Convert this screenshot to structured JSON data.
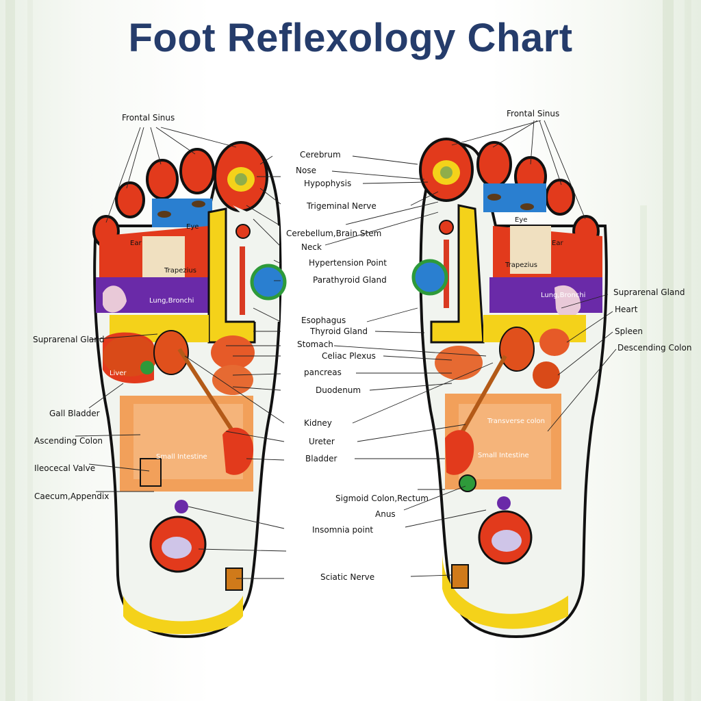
{
  "title": "Foot Reflexology Chart",
  "labels": {
    "frontal_sinus_left": "Frontal Sinus",
    "frontal_sinus_right": "Frontal Sinus",
    "cerebrum": "Cerebrum",
    "nose": "Nose",
    "hypophysis": "Hypophysis",
    "trigeminal_nerve": "Trigeminal Nerve",
    "cerebellum": "Cerebellum,Brain Stem",
    "neck": "Neck",
    "hypertension": "Hypertension Point",
    "parathyroid": "Parathyroid Gland",
    "esophagus": "Esophagus",
    "thyroid": "Thyroid Gland",
    "stomach": "Stomach",
    "celiac": "Celiac Plexus",
    "pancreas": "pancreas",
    "duodenum": "Duodenum",
    "kidney": "Kidney",
    "ureter": "Ureter",
    "bladder": "Bladder",
    "sigmoid": "Sigmoid Colon,Rectum",
    "anus": "Anus",
    "insomnia": "Insomnia  point",
    "sciatic": "Sciatic  Nerve",
    "suprarenal_left": "Suprarenal Gland",
    "gall": "Gall Bladder",
    "ascending": "Ascending Colon",
    "ileocecal": "Ileocecal Valve",
    "caecum": "Caecum,Appendix",
    "suprarenal_right": "Suprarenal Gland",
    "heart": "Heart",
    "spleen": "Spleen",
    "descending": "Descending Colon"
  },
  "inner_labels": {
    "ear_left": "Ear",
    "eye_left": "Eye",
    "trapezius_left": "Trapezius",
    "lung_left": "Lung,Bronchi",
    "liver": "Liver",
    "small_intestine_left": "Small Intestine",
    "eye_right": "Eye",
    "ear_right": "Ear",
    "trapezius_right": "Trapezius",
    "lung_right": "Lung,Bronchi",
    "transverse": "Transverse colon",
    "small_intestine_right": "Small Intestine"
  },
  "colors": {
    "title": "#253c6b",
    "red": "#e23a1c",
    "yellow": "#f4d21a",
    "blue": "#2a7fd0",
    "purple": "#6a2aa8",
    "orange": "#f2a05a",
    "green": "#2e9a3a"
  }
}
